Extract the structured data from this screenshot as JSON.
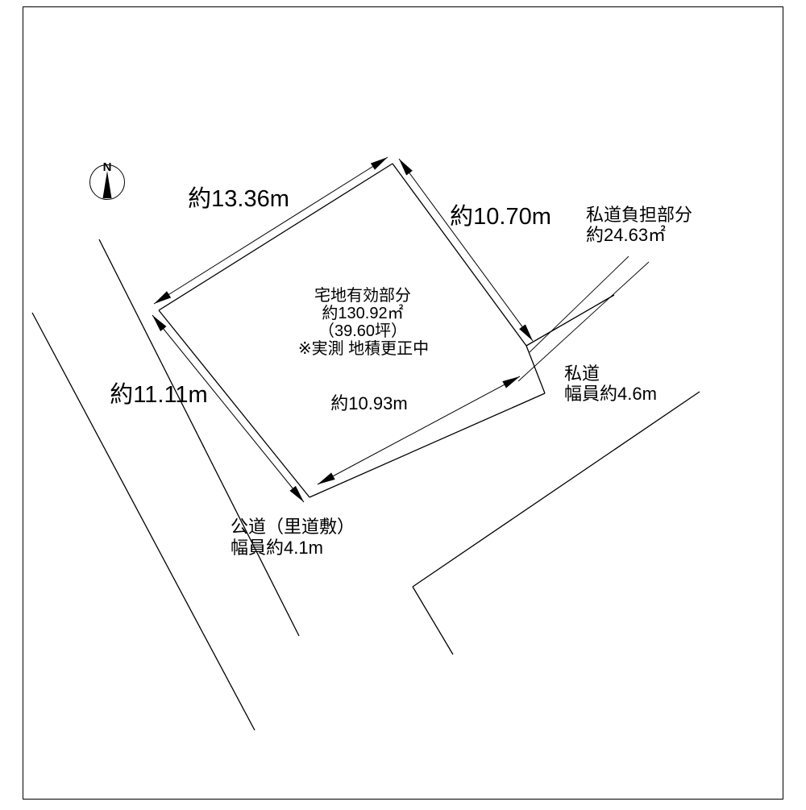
{
  "compass": {
    "label": "N"
  },
  "plot": {
    "center_label": {
      "title": "宅地有効部分",
      "area": "約130.92㎡",
      "area_tsubo": "（39.60坪）",
      "note": "※実測 地積更正中"
    },
    "dimensions": {
      "edge_top_left": "約13.36m",
      "edge_top_right": "約10.70m",
      "edge_left": "約11.11m",
      "edge_bottom_inner": "約10.93m"
    }
  },
  "annotations": {
    "private_road_burden": {
      "title": "私道負担部分",
      "area": "約24.63㎡"
    },
    "private_road": {
      "title": "私道",
      "width": "幅員約4.6m"
    },
    "public_road": {
      "title": "公道（里道敷）",
      "width": "幅員約4.1m"
    }
  }
}
